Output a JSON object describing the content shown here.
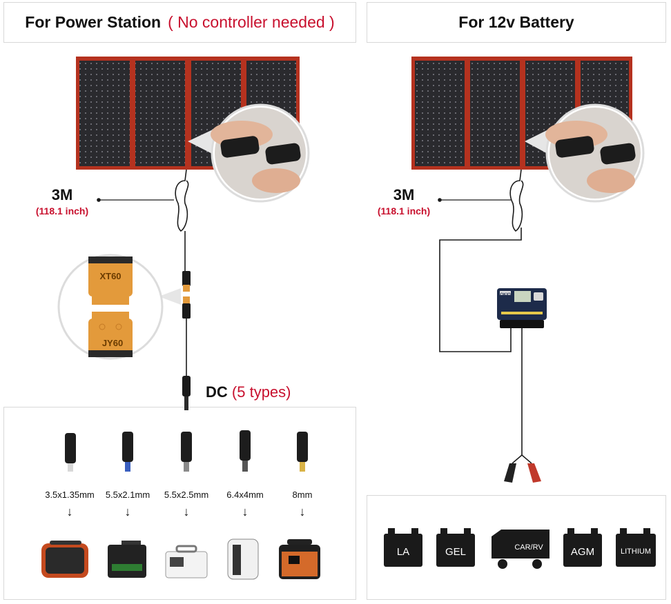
{
  "left": {
    "title": "For Power Station",
    "note": "( No controller needed )",
    "cable_length": "3M",
    "cable_length_inch": "(118.1 inch)",
    "connector_top": "XT60",
    "connector_bottom": "JY60",
    "dc_label": "DC",
    "dc_types": "(5 types)",
    "plugs": [
      "3.5x1.35mm",
      "5.5x2.1mm",
      "5.5x2.5mm",
      "6.4x4mm",
      "8mm"
    ]
  },
  "right": {
    "title": "For 12v Battery",
    "cable_length": "3M",
    "cable_length_inch": "(118.1 inch)",
    "controller_brand": "DOKIO",
    "batteries": [
      "LA",
      "GEL",
      "CAR/RV",
      "AGM",
      "LITHIUM"
    ]
  },
  "colors": {
    "accent_red": "#c8102e",
    "connector_orange": "#e39a3b",
    "panel_frame": "#b5321f"
  }
}
